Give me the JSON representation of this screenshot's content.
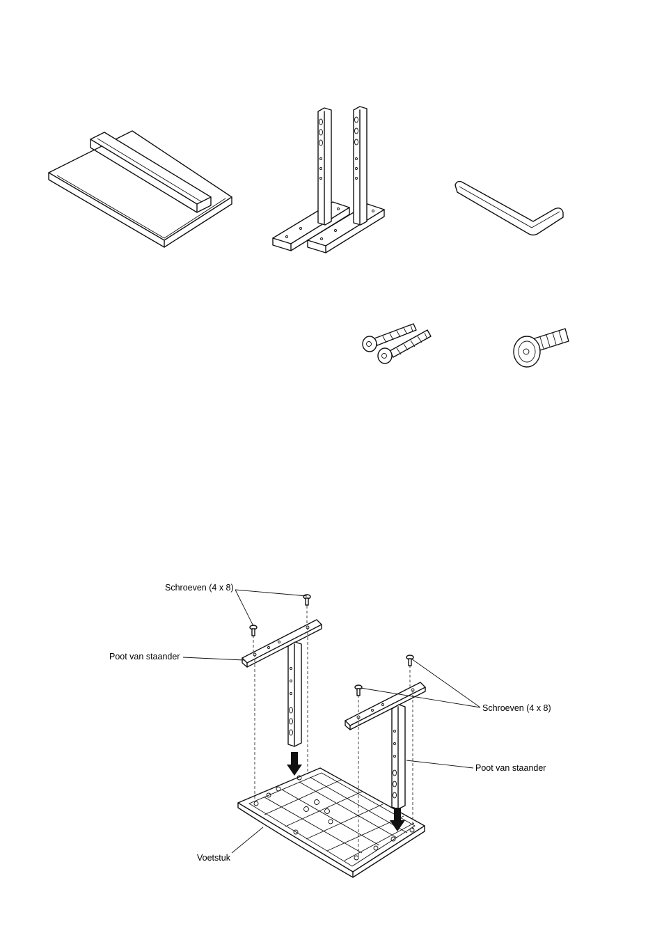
{
  "parts": [
    {
      "name": "base-plate"
    },
    {
      "name": "stand-legs"
    },
    {
      "name": "hex-key"
    },
    {
      "name": "long-screws"
    },
    {
      "name": "short-screw"
    }
  ],
  "assembly": {
    "labels": {
      "screws_top": "Schroeven (4 x 8)",
      "leg_left": "Poot van staander",
      "screws_right": "Schroeven (4 x 8)",
      "leg_right": "Poot van staander",
      "base": "Voetstuk"
    }
  }
}
